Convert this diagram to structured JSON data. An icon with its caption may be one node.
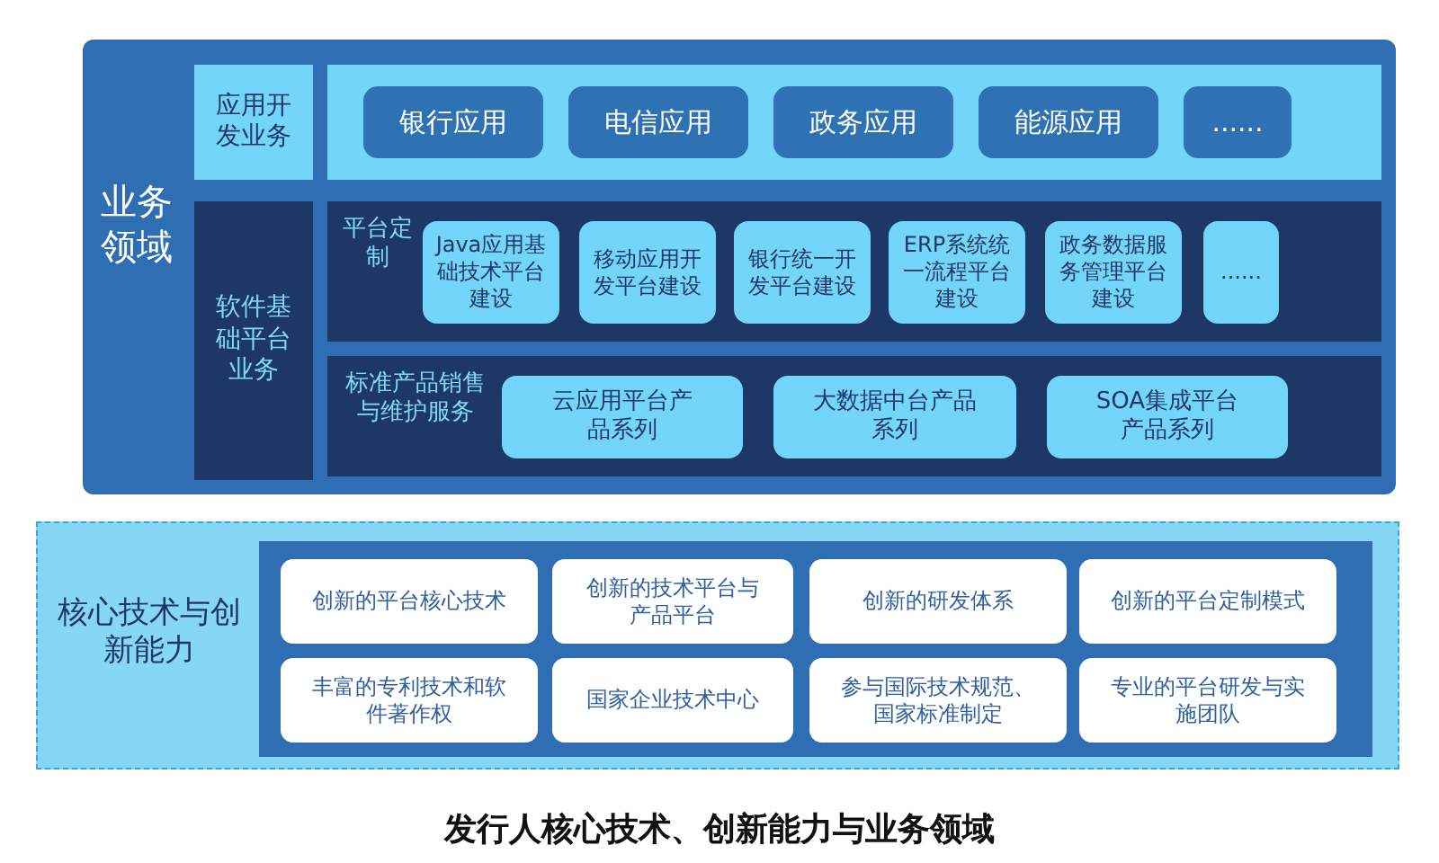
{
  "diagram": {
    "caption": "发行人核心技术、创新能力与业务领域",
    "nodes": [
      {
        "text": [
          "业务领域"
        ]
      },
      {
        "text": [
          "应用开发业务"
        ],
        "in": 0
      },
      {
        "text": [
          "银行应用"
        ],
        "in": 0
      },
      {
        "text": [
          "电信应用"
        ],
        "in": 0
      },
      {
        "text": [
          "政务应用"
        ],
        "in": 0
      },
      {
        "text": [
          "能源应用"
        ],
        "in": 0
      },
      {
        "text": [
          "......"
        ],
        "in": 0
      },
      {
        "text": [
          "软件基础平台业务"
        ],
        "in": 0
      },
      {
        "text": [
          "平台定制"
        ],
        "in": 0
      },
      {
        "text": [
          "Java应用基础技术平台建设"
        ],
        "in": 8
      },
      {
        "text": [
          "移动应用开发平台建设"
        ],
        "in": 8
      },
      {
        "text": [
          "银行统一开发平台建设"
        ],
        "in": 8
      },
      {
        "text": [
          "ERP系统统一流程平台建设"
        ],
        "in": 8
      },
      {
        "text": [
          "政务数据服务管理平台建设"
        ],
        "in": 8
      },
      {
        "text": [
          "......"
        ],
        "in": 8
      },
      {
        "text": [
          "标准产品销售与维护服务"
        ],
        "in": 0
      },
      {
        "text": [
          "云应用平台产品系列"
        ],
        "in": 15
      },
      {
        "text": [
          "大数据中台产品系列"
        ],
        "in": 15
      },
      {
        "text": [
          "SOA集成平台产品系列"
        ],
        "in": 15
      },
      {
        "text": [
          "核心技术与创新能力"
        ]
      },
      {
        "text": [
          "创新的平台核心技术"
        ],
        "in": 19
      },
      {
        "text": [
          "创新的技术平台与产品平台"
        ],
        "in": 19
      },
      {
        "text": [
          "创新的研发体系"
        ],
        "in": 19
      },
      {
        "text": [
          "创新的平台定制模式"
        ],
        "in": 19
      },
      {
        "text": [
          "丰富的专利技术和软件著作权"
        ],
        "in": 19
      },
      {
        "text": [
          "国家企业技术中心"
        ],
        "in": 19
      },
      {
        "text": [
          "参与国际技术规范、国家标准制定"
        ],
        "in": 19
      },
      {
        "text": [
          "专业的平台研发与实施团队"
        ],
        "in": 19
      }
    ]
  }
}
